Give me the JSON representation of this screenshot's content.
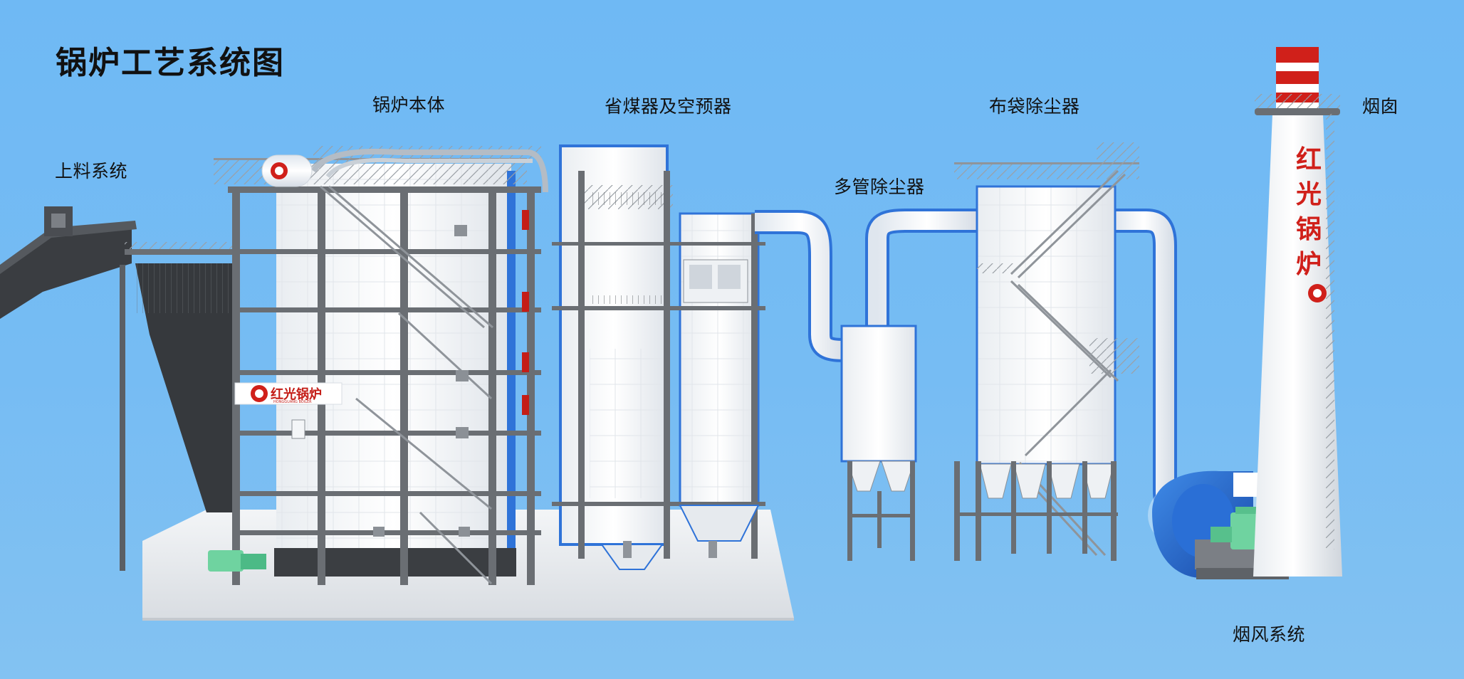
{
  "title": "锅炉工艺系统图",
  "labels": {
    "feeding_system": "上料系统",
    "boiler_body": "锅炉本体",
    "economizer_preheater": "省煤器及空预器",
    "multi_tube_collector": "多管除尘器",
    "bag_filter": "布袋除尘器",
    "chimney": "烟囱",
    "flue_gas_system": "烟风系统"
  },
  "brand": {
    "name_cn": "红光锅炉",
    "name_en": "HONGGUANG BOILER",
    "chimney_chars": [
      "红",
      "光",
      "锅",
      "炉"
    ]
  },
  "colors": {
    "background": "#72baf3",
    "steel": "#6a6e73",
    "brand_red": "#d0201a",
    "fan_blue": "#1f62c8",
    "motor_green": "#6fd3a0"
  }
}
